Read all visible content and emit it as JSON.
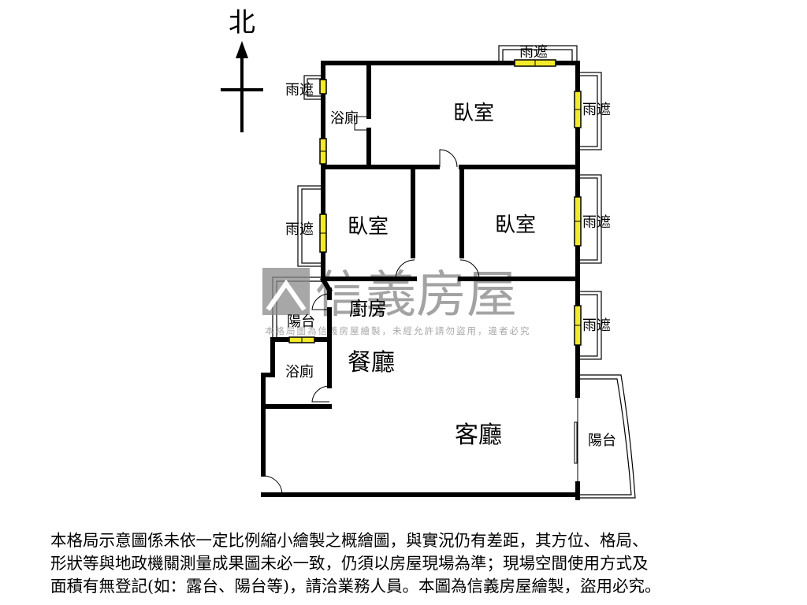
{
  "compass": {
    "north_label": "北"
  },
  "rooms": {
    "master_bedroom": "臥室",
    "bedroom_left": "臥室",
    "bedroom_right": "臥室",
    "bath_top": "浴廁",
    "bath_bottom": "浴廁",
    "kitchen": "廚房",
    "dining": "餐廳",
    "living": "客廳",
    "balcony_left": "陽台",
    "balcony_right": "陽台"
  },
  "awnings": {
    "top": "雨遮",
    "left_upper": "雨遮",
    "left_middle": "雨遮",
    "right_upper": "雨遮",
    "right_middle": "雨遮",
    "right_lower": "雨遮"
  },
  "watermark": {
    "brand": "信義房屋",
    "notice": "本格局圖為信義房屋繪製，未經允許請勿盜用，違者必究"
  },
  "colors": {
    "window": "#f2ea2a",
    "wall": "#000000",
    "watermark": "#8a8a8a"
  },
  "disclaimer": {
    "lines": [
      "本格局示意圖係未依一定比例縮小繪製之概繪圖，與實況仍有差距，其方位、格局、",
      "形狀等與地政機關測量成果圖未必一致，仍須以房屋現場為準；現場空間使用方式及",
      "面積有無登記(如：露台、陽台等)，請洽業務人員。本圖為信義房屋繪製，盜用必究。"
    ]
  }
}
